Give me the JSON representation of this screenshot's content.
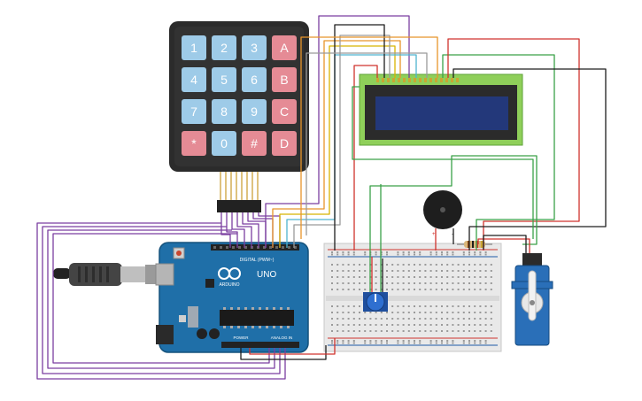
{
  "keypad": {
    "keys": [
      [
        "1",
        "2",
        "3",
        "A"
      ],
      [
        "4",
        "5",
        "6",
        "B"
      ],
      [
        "7",
        "8",
        "9",
        "C"
      ],
      [
        "*",
        "0",
        "#",
        "D"
      ]
    ],
    "digit_key_color": "#9ecbe8",
    "letter_key_color": "#e58b95",
    "body_color": "#2b2b2b"
  },
  "arduino": {
    "brand": "ARDUINO",
    "model": "UNO",
    "header_digital": "DIGITAL (PWM~)",
    "header_power": "POWER",
    "header_analog": "ANALOG IN",
    "board_color": "#1f6fa8"
  },
  "lcd": {
    "screen_color": "#23387a",
    "body_color": "#8fcf5a"
  },
  "breadboard": {
    "color": "#e9e9e9"
  },
  "wire_colors": {
    "purple": "#7b3fa0",
    "orange": "#e8952a",
    "yellow": "#d8b400",
    "red": "#d0332d",
    "green": "#3aa148",
    "black": "#1e1e1e",
    "cyan": "#4fb4d0",
    "gray": "#9a9a9a"
  },
  "components": {
    "buzzer_icon": "piezo-buzzer-icon",
    "servo_icon": "servo-motor-icon",
    "potentiometer_icon": "potentiometer-icon",
    "resistor_icon": "resistor-icon",
    "usb_icon": "usb-plug-icon"
  }
}
